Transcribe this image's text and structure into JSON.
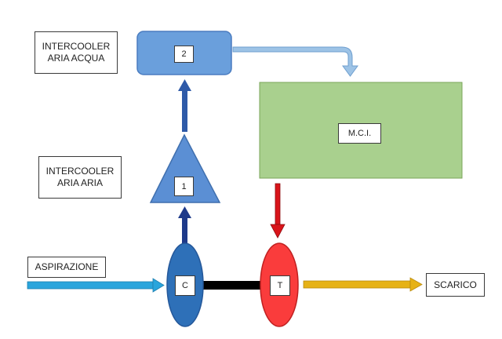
{
  "labels": {
    "intercooler_water": [
      "INTERCOOLER",
      "ARIA ACQUA"
    ],
    "intercooler_air": [
      "INTERCOOLER",
      "ARIA ARIA"
    ],
    "intake": "ASPIRAZIONE",
    "exhaust": "SCARICO",
    "engine": "M.C.I.",
    "stage_2": "2",
    "stage_1": "1",
    "compressor": "C",
    "turbine": "T"
  },
  "colors": {
    "intercooler_2": "#6a9fdc",
    "intercooler_1": "#5b8fd4",
    "engine": "#a9d08e",
    "compressor": "#2e70b8",
    "turbine": "#fa3c3c",
    "shaft": "#000000",
    "intake_arrow": "#2aa5dc",
    "exhaust_arrow": "#e6b216",
    "arrow_dark_blue": "#1e3a8a",
    "arrow_mid_blue": "#2e5aa8",
    "arrow_light_blue": "#9dc3e6",
    "arrow_red": "#d9141a"
  }
}
